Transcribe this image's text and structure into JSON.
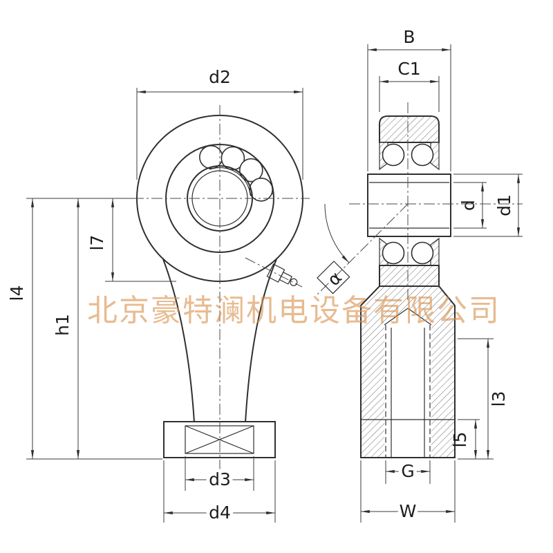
{
  "watermark": {
    "text": "北京豪特澜机电设备有限公司"
  },
  "front_view": {
    "dims": {
      "d2": "d2",
      "l7": "l7",
      "h1": "h1",
      "l4": "l4",
      "d3": "d3",
      "d4": "d4"
    }
  },
  "side_view": {
    "dims": {
      "B": "B",
      "C1": "C1",
      "d": "d",
      "d1": "d1",
      "alpha": "α",
      "l3": "l3",
      "l5": "l5",
      "G": "G",
      "W": "W"
    }
  },
  "colors": {
    "line": "#2f2f2f",
    "hatch": "#6f6f6f",
    "watermark": "#d9924f",
    "background": "#ffffff"
  }
}
